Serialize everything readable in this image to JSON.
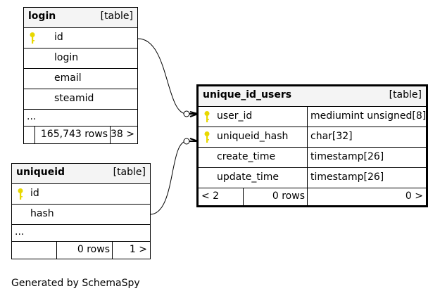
{
  "tables": {
    "login": {
      "name": "login",
      "kind": "[table]",
      "columns": [
        "id",
        "login",
        "email",
        "steamid"
      ],
      "more": "...",
      "rows": "165,743 rows",
      "children": "38 >"
    },
    "uniqueid": {
      "name": "uniqueid",
      "kind": "[table]",
      "columns": [
        "id",
        "hash"
      ],
      "more": "...",
      "rows": "0 rows",
      "children": "1 >"
    },
    "unique_id_users": {
      "name": "unique_id_users",
      "kind": "[table]",
      "columns": [
        {
          "name": "user_id",
          "type": "mediumint unsigned[8]"
        },
        {
          "name": "uniqueid_hash",
          "type": "char[32]"
        },
        {
          "name": "create_time",
          "type": "timestamp[26]"
        },
        {
          "name": "update_time",
          "type": "timestamp[26]"
        }
      ],
      "parents": "< 2",
      "rows": "0 rows",
      "children": "0 >"
    }
  },
  "colors": {
    "key": "#e8d800",
    "header": "#f4f4f4",
    "line": "#000000"
  },
  "icons": {
    "primary_key": "key-icon"
  },
  "footer_text": "Generated by SchemaSpy"
}
